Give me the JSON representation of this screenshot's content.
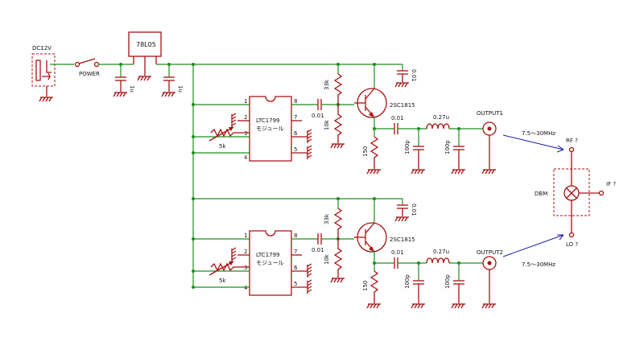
{
  "labels": {
    "power_jack": "DC12V",
    "power_switch": "POWER",
    "regulator": "78L05",
    "cap_1u_in": "1u",
    "cap_1u_out": "1u",
    "output1": "OUTPUT1",
    "output2": "OUTPUT2",
    "freq1": "7.5～30MHz",
    "freq2": "7.5～30MHz",
    "rf_port": "RF ?",
    "lo_port": "LO ?",
    "if_port": "IF ?",
    "mixer": "DBM"
  },
  "channels": [
    {
      "ic_name": "LTC1799",
      "ic_sub": "モジュール",
      "pot": "5k",
      "pins": [
        "1",
        "2",
        "3",
        "4",
        "8",
        "7",
        "6",
        "5"
      ],
      "coupling_cap": "0.01",
      "bias_top": "33k",
      "bias_bottom": "10k",
      "transistor": "2SC1815",
      "bypass_cap": "0.01",
      "emitter_res": "150",
      "out_cap": "0.01",
      "filter_c1": "100p",
      "inductor": "0.27u",
      "filter_c2": "100p"
    },
    {
      "ic_name": "LTC1799",
      "ic_sub": "モジュール",
      "pot": "5k",
      "pins": [
        "1",
        "2",
        "3",
        "4",
        "8",
        "7",
        "6",
        "5"
      ],
      "coupling_cap": "0.01",
      "bias_top": "33k",
      "bias_bottom": "10k",
      "transistor": "2SC1815",
      "bypass_cap": "0.01",
      "emitter_res": "150",
      "out_cap": "0.01",
      "filter_c1": "100p",
      "inductor": "0.27u",
      "filter_c2": "100p"
    }
  ]
}
